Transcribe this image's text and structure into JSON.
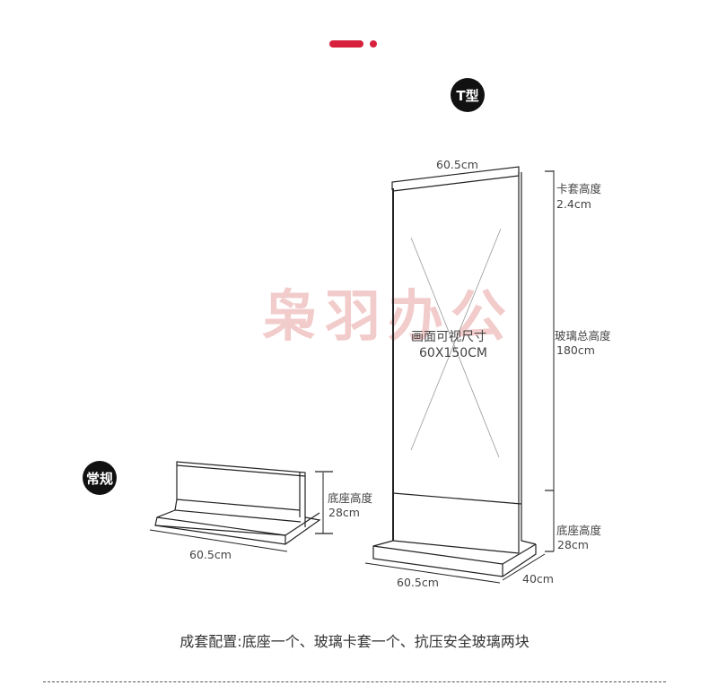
{
  "accent_color": "#d6203c",
  "badges": {
    "t_type": "T型",
    "regular": "常规"
  },
  "watermark": "枭羽办公",
  "t_stand": {
    "top_width": "60.5cm",
    "cap_label": "卡套高度",
    "cap_value": "2.4cm",
    "glass_label": "玻璃总高度",
    "glass_value": "180cm",
    "base_label": "底座高度",
    "base_value": "28cm",
    "visible_label": "画面可视尺寸",
    "visible_value": "60X150CM",
    "bottom_width": "60.5cm",
    "depth": "40cm"
  },
  "regular_stand": {
    "base_label": "底座高度",
    "base_value": "28cm",
    "bottom_width": "60.5cm"
  },
  "caption": "成套配置:底座一个、玻璃卡套一个、抗压安全玻璃两块"
}
